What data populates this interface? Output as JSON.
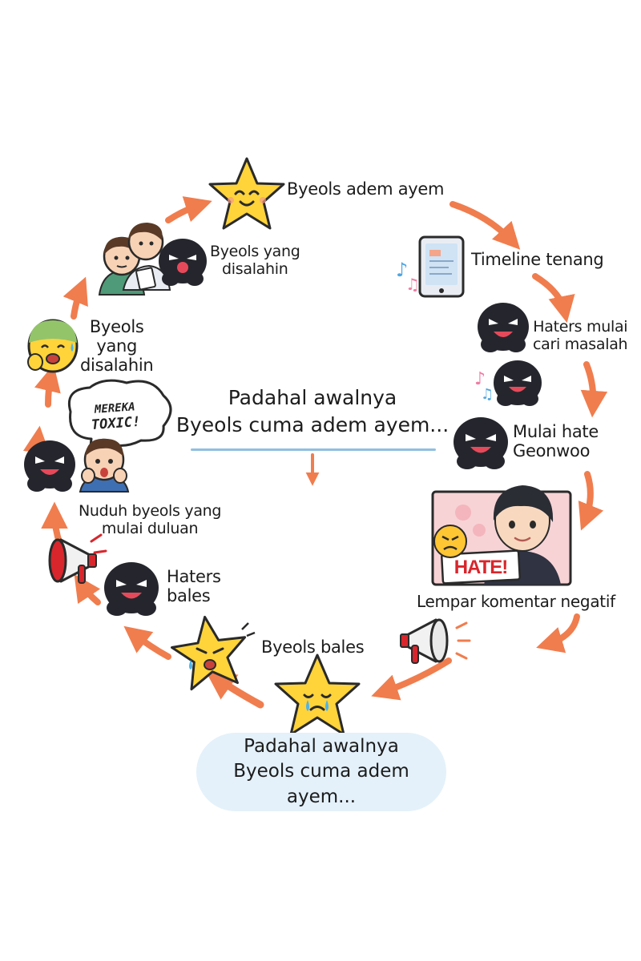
{
  "nodes": {
    "calm": "Byeols adem ayem",
    "timeline": "Timeline tenang",
    "haters_start_line1": "Haters mulai",
    "haters_start_line2": "cari masalah",
    "hate_line1": "Mulai hate",
    "hate_line2": "Geonwoo",
    "negative_comment": "Lempar komentar negatif",
    "byeols_reply": "Byeols bales",
    "haters_reply_line1": "Haters",
    "haters_reply_line2": "bales",
    "accuse_line1": "Nuduh byeols yang",
    "accuse_line2": "mulai duluan",
    "blamed_left_line1": "Byeols",
    "blamed_left_line2": "yang",
    "blamed_left_line3": "disalahin",
    "blamed_top_line1": "Byeols yang",
    "blamed_top_line2": "disalahin"
  },
  "bubble": {
    "line1": "MEREKA",
    "line2": "TOXIC!"
  },
  "hate_sign": "HATE!",
  "center_caption": {
    "line1": "Padahal awalnya",
    "line2": "Byeols cuma adem ayem..."
  },
  "bottom_caption": {
    "line1": "Padahal awalnya",
    "line2": "Byeols cuma adem ayem..."
  },
  "colors": {
    "arrow": "#f07d4e",
    "star": "#ffd43b",
    "hater": "#25262d",
    "pill": "#e4f1fa",
    "underline": "#8fc0e0",
    "hate_red": "#d8262c"
  }
}
